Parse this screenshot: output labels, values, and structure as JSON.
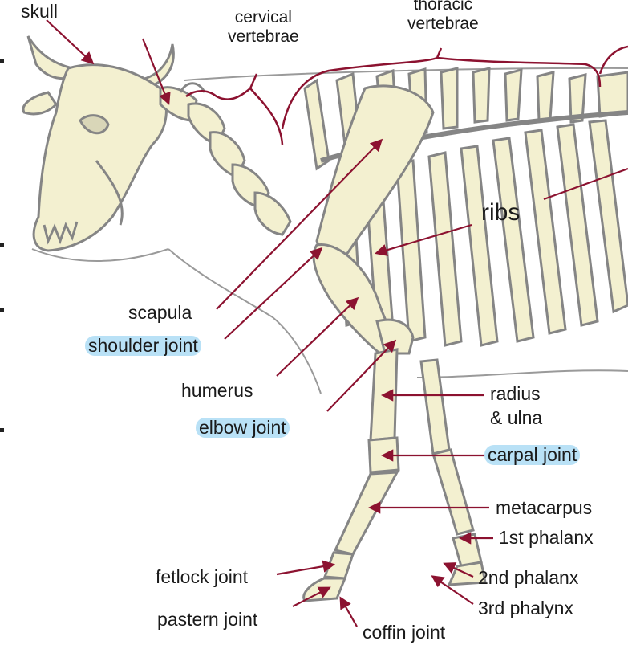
{
  "colors": {
    "bone": "#f3f0d0",
    "bone_outline": "#858585",
    "body_outline": "#9a9a9a",
    "pointer": "#8c1230",
    "highlight": "#b9e1f6",
    "text": "#1a1a1a"
  },
  "labels": {
    "skull": "skull",
    "cervical_line1": "cervical",
    "cervical_line2": "vertebrae",
    "thoracic_line1": "thoracic",
    "thoracic_line2": "vertebrae",
    "ribs": "ribs",
    "scapula": "scapula",
    "shoulder_joint": "shoulder joint",
    "humerus": "humerus",
    "elbow_joint": "elbow joint",
    "radius_line1": "radius",
    "radius_line2": "& ulna",
    "carpal_joint": "carpal joint",
    "metacarpus": "metacarpus",
    "first_phalanx": "1st phalanx",
    "fetlock_joint": "fetlock joint",
    "second_phalanx": "2nd phalanx",
    "pastern_joint": "pastern joint",
    "third_phalynx": "3rd phalynx",
    "coffin_joint": "coffin joint"
  }
}
